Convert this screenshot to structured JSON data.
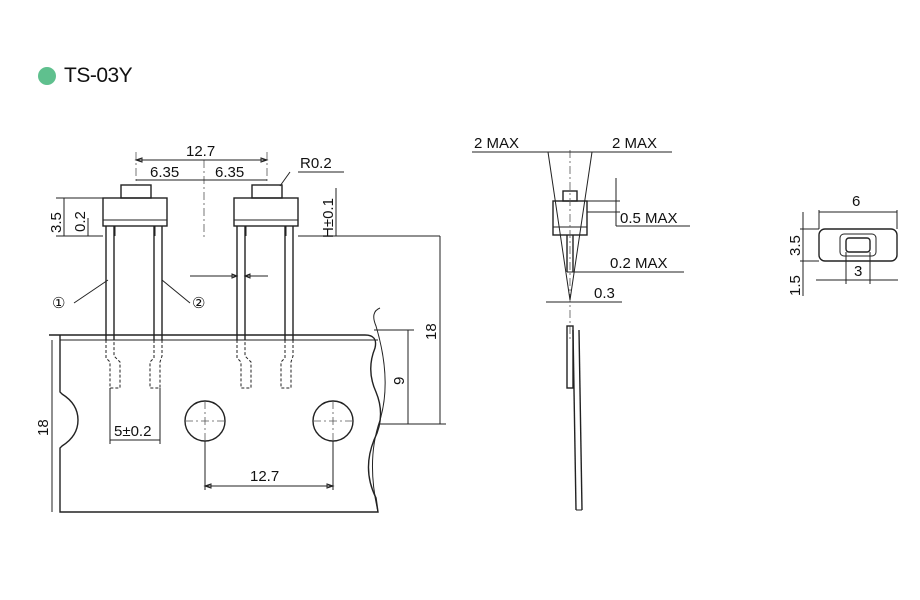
{
  "title": {
    "text": "TS-03Y",
    "dot_color": "#5fc08e"
  },
  "front": {
    "pitch": "12.7",
    "half_left": "6.35",
    "half_right": "6.35",
    "radius": "R0.2",
    "height_tol": "H±0.1",
    "body_h": "3.5",
    "cap_h": "0.2",
    "pin1": "①",
    "pin2": "②",
    "tape_w": "18",
    "tape_half": "9",
    "tape_side": "18",
    "hole_offset": "5±0.2",
    "hole_pitch": "12.7"
  },
  "side": {
    "max_left": "2 MAX",
    "max_right": "2 MAX",
    "lead_max": "0.5 MAX",
    "tilt_max": "0.2 MAX",
    "lead_t": "0.3"
  },
  "top": {
    "width": "6",
    "height": "3.5",
    "inner": "3",
    "offset": "1.5"
  }
}
